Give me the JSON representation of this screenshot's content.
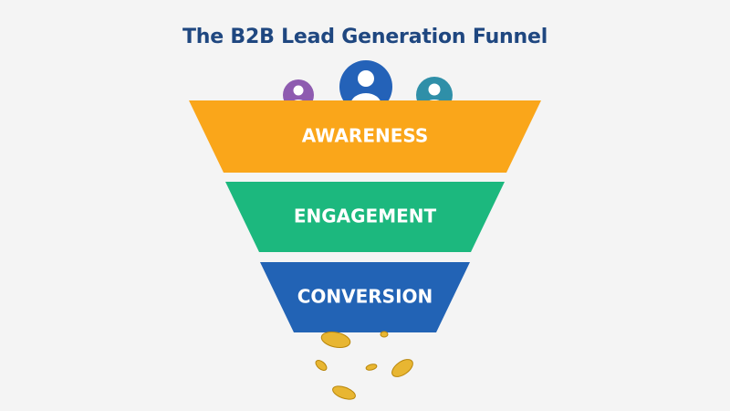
{
  "title": "The B2B Lead Generation Funnel",
  "stages": [
    {
      "label": "AWARENESS",
      "color": "#faa61a"
    },
    {
      "label": "ENGAGEMENT",
      "color": "#1cb87e"
    },
    {
      "label": "CONVERSION",
      "color": "#2263b5"
    }
  ],
  "people_icons": [
    {
      "icon": "person-icon",
      "color": "#8e5bb0"
    },
    {
      "icon": "person-icon",
      "color": "#2462b8"
    },
    {
      "icon": "person-icon",
      "color": "#2f8fa8"
    }
  ],
  "coins": {
    "icon": "coin-icon",
    "color": "#e8b632"
  }
}
